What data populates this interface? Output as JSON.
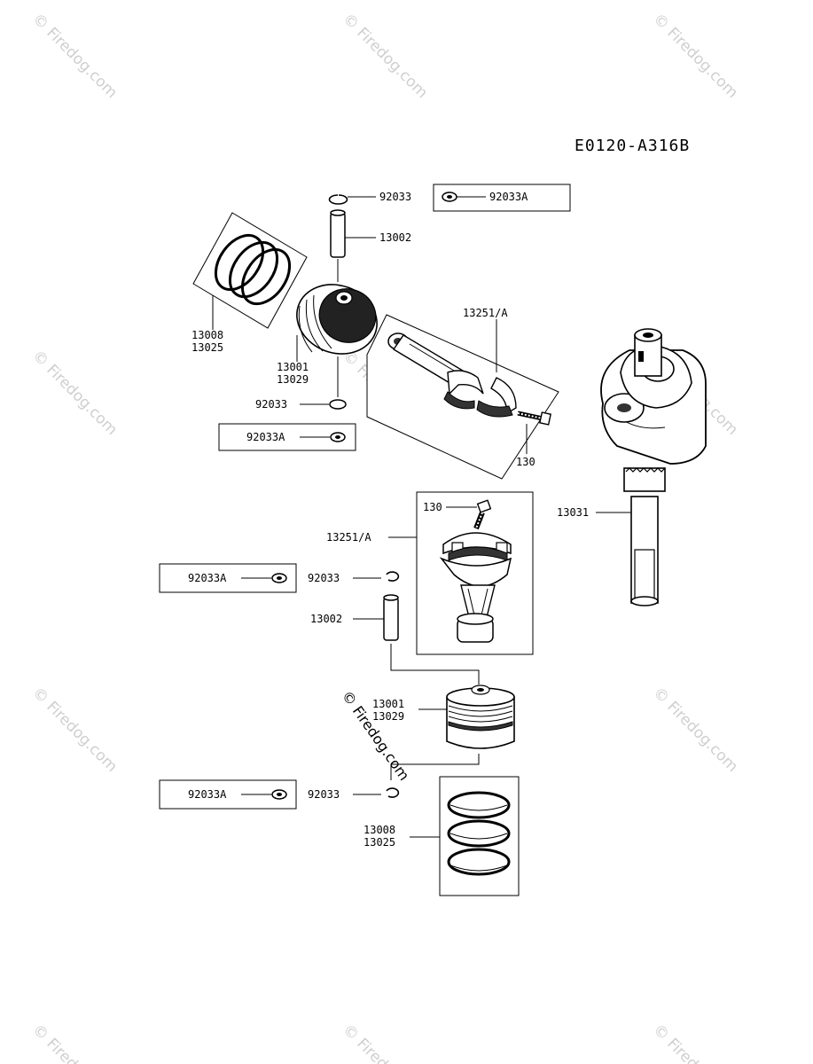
{
  "diagram_code": "E0120-A316B",
  "watermark": "© Firedog.com",
  "watermark_center": "© Firedog.com",
  "upper": {
    "circlip_top": "92033",
    "circlip_top_alt": "92033A",
    "piston_pin": "13002",
    "ring_set": [
      "13008",
      "13025"
    ],
    "piston": [
      "13001",
      "13029"
    ],
    "connecting_rod": "13251/A",
    "circlip_bottom": "92033",
    "circlip_bottom_alt": "92033A",
    "bolt": "130"
  },
  "crankshaft": "13031",
  "lower": {
    "bolt": "130",
    "connecting_rod": "13251/A",
    "circlip_alt_1": "92033A",
    "circlip_1": "92033",
    "piston_pin": "13002",
    "piston": [
      "13001",
      "13029"
    ],
    "circlip_alt_2": "92033A",
    "circlip_2": "92033",
    "ring_set": [
      "13008",
      "13025"
    ]
  }
}
